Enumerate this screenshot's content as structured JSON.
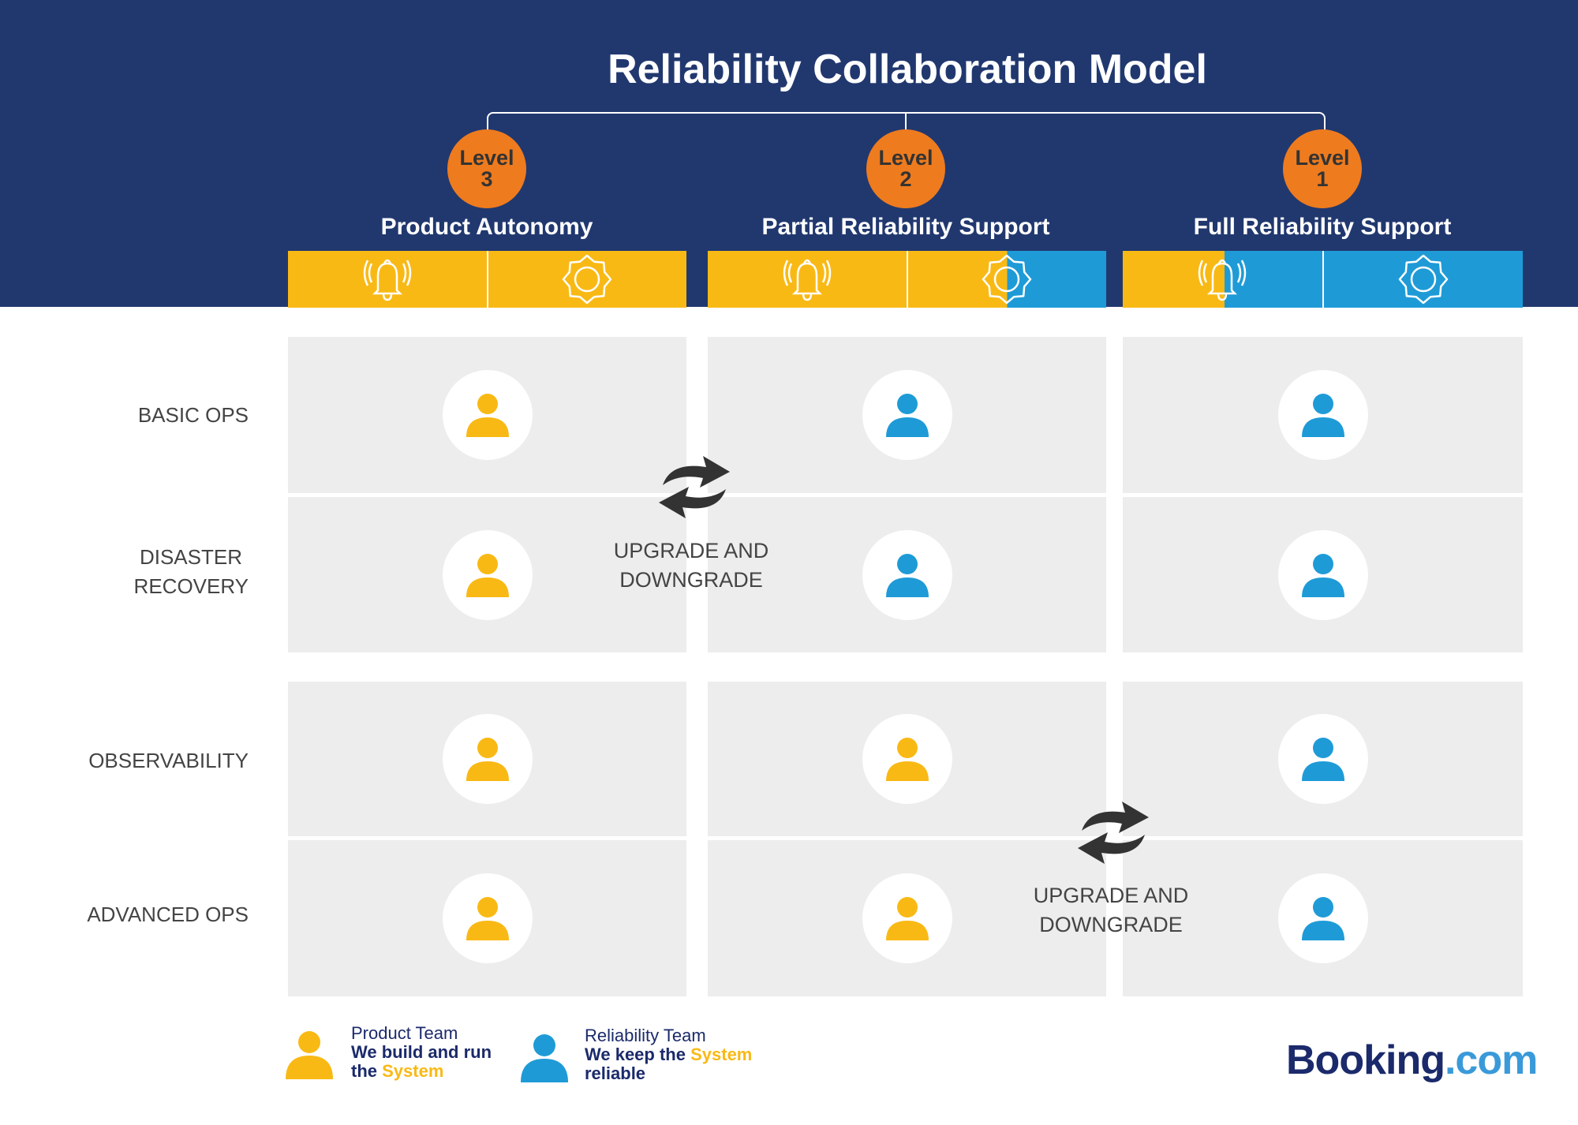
{
  "title": "Reliability Collaboration Model",
  "colors": {
    "navy": "#21386F",
    "product": "#F9B915",
    "reliability": "#1E9BD7",
    "level": "#EE7B1E",
    "cell": "#EDEDED"
  },
  "levels": [
    {
      "word": "Level",
      "num": "3",
      "label": "Product Autonomy",
      "alert": "product",
      "ops": "product"
    },
    {
      "word": "Level",
      "num": "2",
      "label": "Partial Reliability Support",
      "alert": "product",
      "ops": "split"
    },
    {
      "word": "Level",
      "num": "1",
      "label": "Full Reliability Support",
      "alert": "split",
      "ops": "reliability"
    }
  ],
  "rows": [
    {
      "label": "BASIC OPS",
      "owners": [
        "product",
        "reliability",
        "reliability"
      ]
    },
    {
      "label_line1": "DISASTER",
      "label_line2": "RECOVERY",
      "owners": [
        "product",
        "reliability",
        "reliability"
      ]
    },
    {
      "label": "OBSERVABILITY",
      "owners": [
        "product",
        "product",
        "reliability"
      ]
    },
    {
      "label": "ADVANCED OPS",
      "owners": [
        "product",
        "product",
        "reliability"
      ]
    }
  ],
  "transition": {
    "line1": "UPGRADE AND",
    "line2": "DOWNGRADE",
    "icon": "swap-arrows-icon"
  },
  "legend": {
    "product": {
      "name": "Product Team",
      "desc1": "We build and run",
      "desc2_pre": "the ",
      "desc2_hl": "System"
    },
    "reliability": {
      "name": "Reliability Team",
      "desc1_pre": "We keep the ",
      "desc1_hl": "System",
      "desc2": "reliable"
    }
  },
  "logo": {
    "main": "Booking",
    "suffix": ".com"
  }
}
